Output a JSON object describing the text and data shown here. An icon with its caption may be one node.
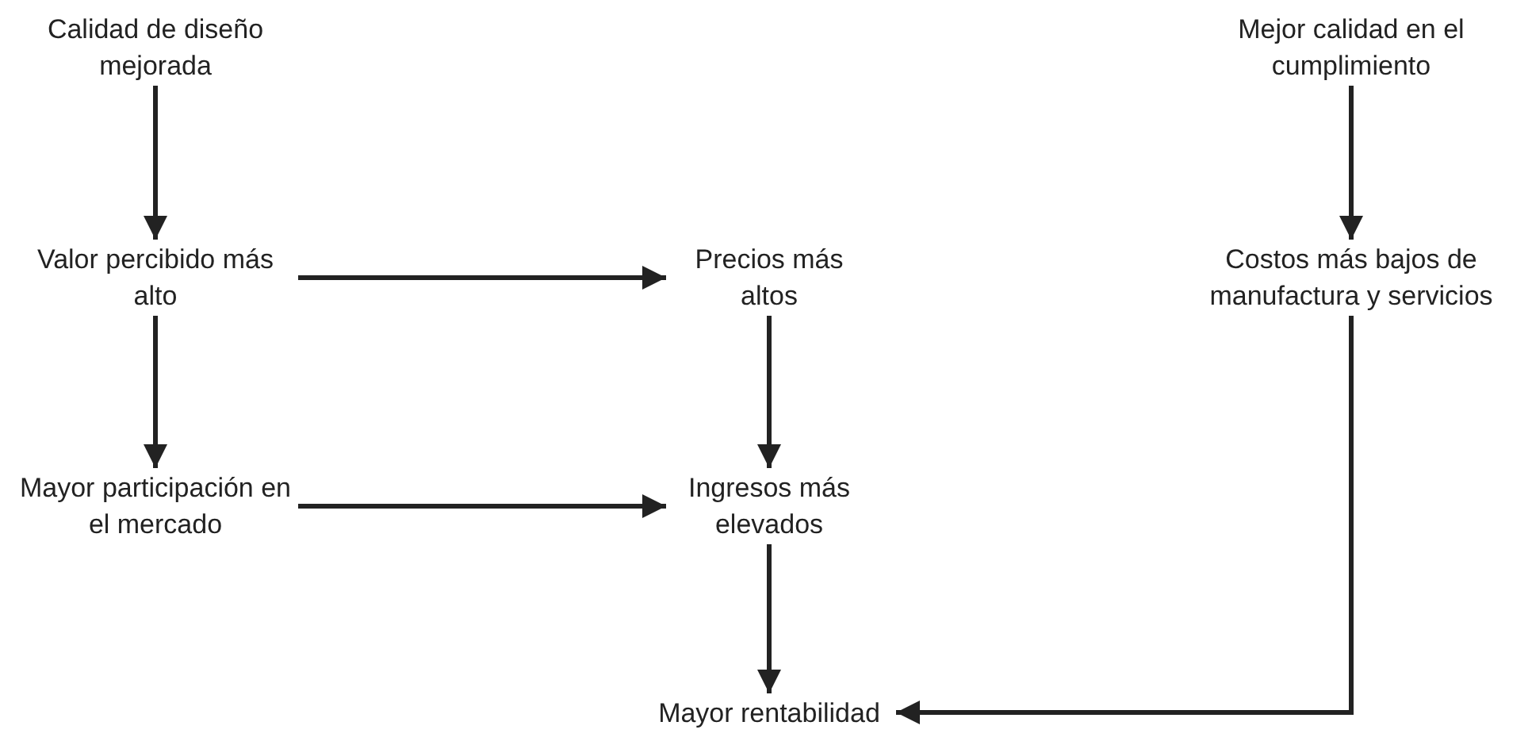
{
  "diagram": {
    "nodes": [
      {
        "text": [
          "Calidad de diseño mejorada"
        ]
      },
      {
        "text": [
          "Mejor calidad en el cumplimiento"
        ]
      },
      {
        "text": [
          "Valor percibido más alto"
        ]
      },
      {
        "text": [
          "Precios más altos"
        ]
      },
      {
        "text": [
          "Costos más bajos de manufactura y servicios"
        ]
      },
      {
        "text": [
          "Mayor participación en el mercado"
        ]
      },
      {
        "text": [
          "Ingresos más elevados"
        ]
      },
      {
        "text": [
          "Mayor rentabilidad"
        ]
      }
    ],
    "edges": [
      {
        "from": 0,
        "to": 2,
        "arrow": "to"
      },
      {
        "from": 1,
        "to": 4,
        "arrow": "to"
      },
      {
        "from": 2,
        "to": 3,
        "arrow": "to"
      },
      {
        "from": 2,
        "to": 5,
        "arrow": "to"
      },
      {
        "from": 3,
        "to": 6,
        "arrow": "to"
      },
      {
        "from": 5,
        "to": 6,
        "arrow": "to"
      },
      {
        "from": 6,
        "to": 7,
        "arrow": "to"
      },
      {
        "from": 4,
        "to": 7,
        "arrow": "to"
      }
    ]
  }
}
